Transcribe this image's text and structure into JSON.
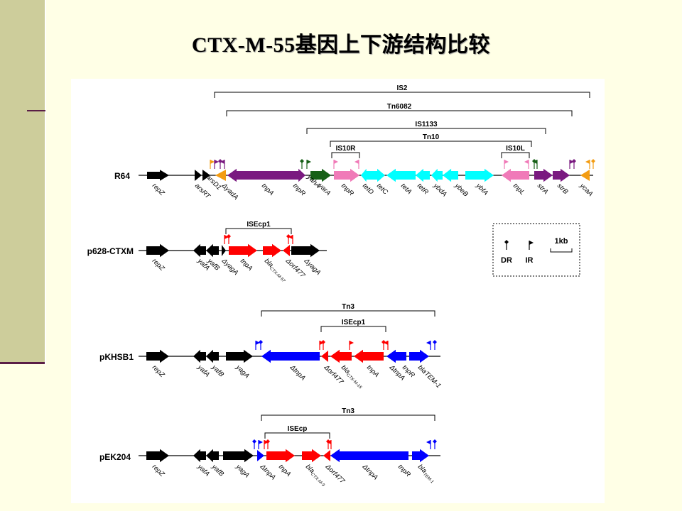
{
  "title": "CTX-M-55基因上下游结构比较",
  "legend": {
    "dr": "DR",
    "ir": "IR",
    "scale": "1kb"
  },
  "colors": {
    "black": "#000000",
    "purple": "#7a1a80",
    "green": "#176017",
    "pink": "#f07ab8",
    "cyan": "#00ffff",
    "red": "#ff0000",
    "blue": "#0000ff",
    "orange": "#f39c12"
  },
  "brackets": {
    "r64_is2": "IS2",
    "r64_tn6082": "Tn6082",
    "r64_is1133": "IS1133",
    "r64_tn10": "Tn10",
    "r64_is10r": "IS10R",
    "r64_is10l": "IS10L",
    "p628_isecp1": "ISEcp1",
    "pkhsb1_tn3": "Tn3",
    "pkhsb1_isecp1": "ISEcp1",
    "pek204_tn3": "Tn3",
    "pek204_isecp": "ISEcp"
  },
  "plasmids": {
    "r64": {
      "name": "R64",
      "genes": {
        "repZ": "repZ",
        "arsRT": "arsRT",
        "arsD1": "arsD1",
        "yadA": "ΔyadA",
        "tnpA": "tnpA",
        "tnpR": "tnpR",
        "yahA": "yahA",
        "yarA": "yarA",
        "tnpR2": "tnpR",
        "tetD": "tetD",
        "tetC": "tetC",
        "tetA": "tetA",
        "tetR": "tetR",
        "ybdA": "ybdA",
        "ybeB": "ybeB",
        "ybfA": "ybfA",
        "tnpL": "tnpL",
        "strA": "strA",
        "strB": "strB",
        "ycaA": "ycaA"
      }
    },
    "p628": {
      "name": "p628-CTXM",
      "genes": {
        "repZ": "repZ",
        "yafA": "yafA",
        "yafB": "yafB",
        "yagA": "ΔyagA",
        "tnpA": "tnpA",
        "bla": "bla",
        "bla_sub": "CTX-M-57",
        "orf477": "Δorf477",
        "yagA2": "ΔyagA"
      }
    },
    "pkhsb1": {
      "name": "pKHSB1",
      "genes": {
        "repZ": "repZ",
        "yafA": "yafA",
        "yafB": "yafB",
        "yagA": "yagA",
        "dtnpA": "ΔtnpA",
        "orf477": "Δorf477",
        "bla": "bla",
        "bla_sub": "CTX-M-15",
        "tnpA": "tnpA",
        "dtnpA2": "ΔtnpA",
        "tnpR": "tnpR",
        "blaTEM": "blaTEM-1"
      }
    },
    "pek204": {
      "name": "pEK204",
      "genes": {
        "repZ": "repZ",
        "yafA": "yafA",
        "yafB": "yafB",
        "yagA": "yagA",
        "dtnpA": "ΔtnpA",
        "tnpA": "tnpA",
        "bla": "bla",
        "bla_sub": "CTX-M-3",
        "orf477": "Δorf477",
        "dtnpA2": "ΔtnpA",
        "tnpR": "tnpR",
        "blaTEM": "bla",
        "blaTEM_sub": "TEM-1"
      }
    }
  }
}
